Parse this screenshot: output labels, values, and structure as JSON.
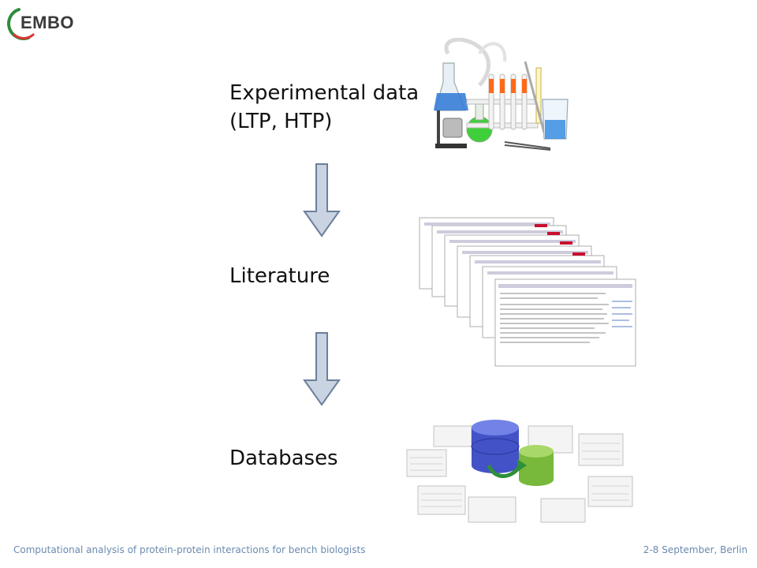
{
  "logo": {
    "text": "EMBO"
  },
  "labels": {
    "experimental_line1": "Experimental data",
    "experimental_line2": "(LTP, HTP)",
    "literature": "Literature",
    "databases": "Databases"
  },
  "footer": {
    "left": "Computational analysis of protein-protein interactions for bench biologists",
    "right": "2-8 September, Berlin"
  },
  "colors": {
    "arrow_fill": "#c9d3e2",
    "arrow_stroke": "#6b7f9b",
    "footer_text": "#6a8ab0",
    "logo_ring": "#2e8b3a"
  }
}
